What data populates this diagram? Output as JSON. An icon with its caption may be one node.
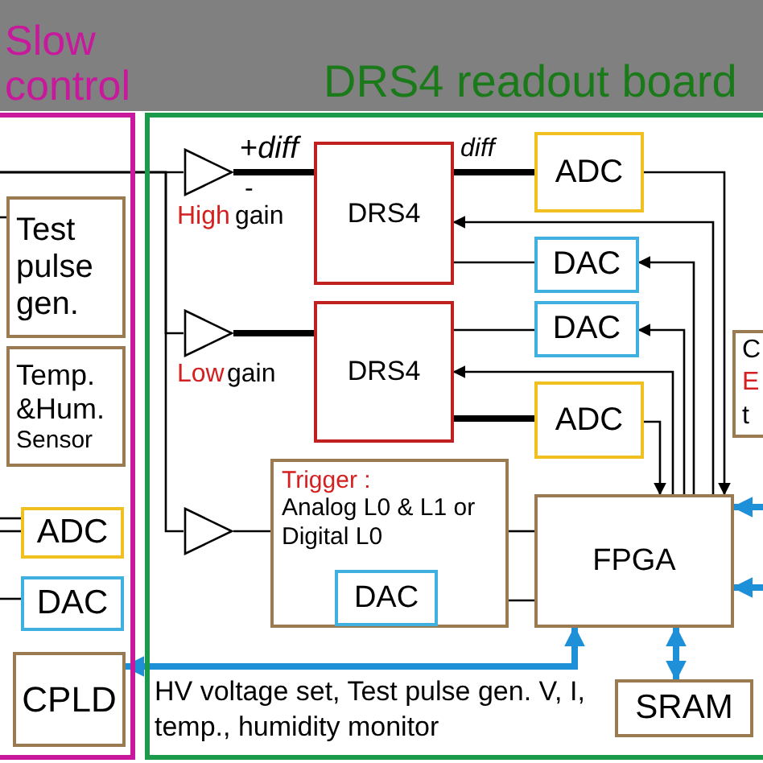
{
  "diagram": {
    "nodes": [
      {
        "text": [
          "Slow control"
        ]
      },
      {
        "text": [
          "DRS4 readout board"
        ]
      },
      {
        "text": [
          "Test pulse gen."
        ],
        "in": 0
      },
      {
        "text": [
          "Temp. &Hum.",
          "Sensor"
        ],
        "in": 0
      },
      {
        "text": [
          "ADC"
        ],
        "in": 0
      },
      {
        "text": [
          "DAC"
        ],
        "in": 0
      },
      {
        "text": [
          "CPLD"
        ],
        "in": 0
      },
      {
        "text": [],
        "shape": "triangle",
        "in": 1
      },
      {
        "text": [
          "DRS4"
        ],
        "in": 1
      },
      {
        "text": [
          "ADC"
        ],
        "in": 1
      },
      {
        "text": [
          "DAC"
        ],
        "in": 1
      },
      {
        "text": [
          "DAC"
        ],
        "in": 1
      },
      {
        "text": [],
        "shape": "triangle",
        "in": 1
      },
      {
        "text": [
          "DRS4"
        ],
        "in": 1
      },
      {
        "text": [
          "ADC"
        ],
        "in": 1
      },
      {
        "text": [
          "C",
          "E",
          "t"
        ],
        "in": 1
      },
      {
        "text": [],
        "shape": "triangle",
        "in": 1
      },
      {
        "text": [
          "Trigger :",
          "Analog L0 & L1 or Digital L0"
        ],
        "in": 1
      },
      {
        "text": [
          "DAC"
        ],
        "in": 17
      },
      {
        "text": [
          "FPGA"
        ],
        "in": 1
      },
      {
        "text": [
          "SRAM"
        ],
        "in": 1
      }
    ],
    "edges": [
      {
        "from": 0,
        "to": 7,
        "arrow": "none"
      },
      {
        "from": 0,
        "to": 12,
        "arrow": "none"
      },
      {
        "from": 0,
        "to": 16,
        "arrow": "none"
      },
      {
        "from": 7,
        "to": 8,
        "arrow": "none",
        "style": "thick",
        "label": "+*diff*"
      },
      {
        "from": 12,
        "to": 13,
        "arrow": "none",
        "style": "thick"
      },
      {
        "from": 8,
        "to": 9,
        "arrow": "none",
        "style": "thick",
        "label": "diff"
      },
      {
        "from": 13,
        "to": 14,
        "arrow": "none",
        "style": "thick"
      },
      {
        "from": 10,
        "to": 8,
        "arrow": "none"
      },
      {
        "from": 11,
        "to": 13,
        "arrow": "none"
      },
      {
        "from": 9,
        "to": 19,
        "arrow": "to"
      },
      {
        "from": 19,
        "to": 8,
        "arrow": "to"
      },
      {
        "from": 19,
        "to": 10,
        "arrow": "to"
      },
      {
        "from": 19,
        "to": 11,
        "arrow": "to"
      },
      {
        "from": 19,
        "to": 13,
        "arrow": "to"
      },
      {
        "from": 14,
        "to": 19,
        "arrow": "to"
      },
      {
        "from": 16,
        "to": 17,
        "arrow": "none"
      },
      {
        "from": 17,
        "to": 19,
        "arrow": "none"
      },
      {
        "from": 18,
        "to": 19,
        "arrow": "none"
      },
      {
        "from": 19,
        "to": 6,
        "arrow": "both",
        "style": "thick",
        "color": "#1e90d8",
        "label": "HV voltage set, Test pulse gen. V, I, temp., humidity monitor"
      },
      {
        "from": 19,
        "to": 20,
        "arrow": "both",
        "style": "thick",
        "color": "#1e90d8"
      },
      {
        "from": null,
        "to": 19,
        "arrow": "to",
        "style": "thick",
        "color": "#1e90d8"
      },
      {
        "from": null,
        "to": 19,
        "arrow": "to",
        "style": "thick",
        "color": "#1e90d8"
      },
      {
        "from": null,
        "to": 2,
        "arrow": "none"
      },
      {
        "from": null,
        "to": 4,
        "arrow": "none"
      },
      {
        "from": null,
        "to": 4,
        "arrow": "none"
      },
      {
        "from": null,
        "to": 5,
        "arrow": "none"
      }
    ],
    "labels": [
      "-",
      "High",
      "gain",
      "Low",
      "gain"
    ]
  }
}
